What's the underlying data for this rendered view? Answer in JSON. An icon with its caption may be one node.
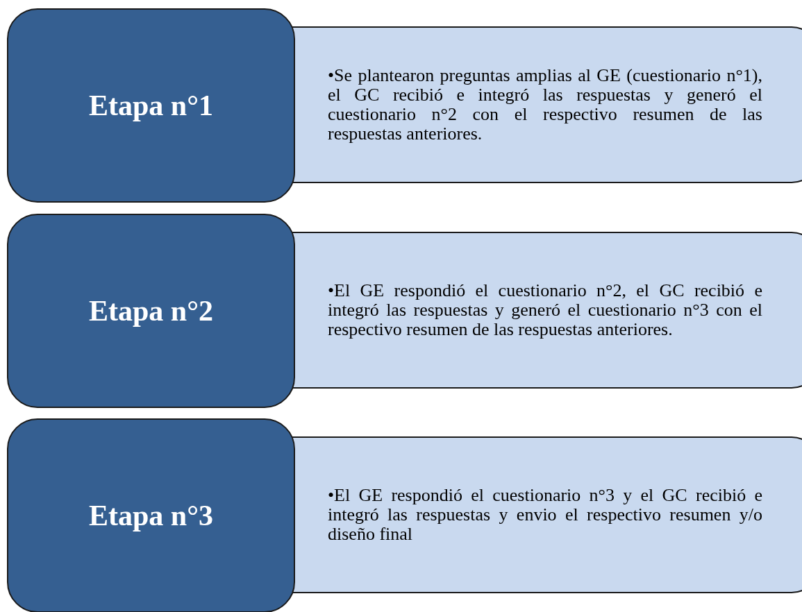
{
  "diagram": {
    "nodes": [
      {
        "text": [
          "Etapa n°1"
        ]
      },
      {
        "text": [
          "•Se plantearon preguntas amplias al GE (cuestionario n°1), el GC recibió e integró las respuestas y generó el cuestionario n°2 con el respectivo resumen de las respuestas anteriores."
        ]
      },
      {
        "text": [
          "Etapa n°2"
        ]
      },
      {
        "text": [
          "•El GE respondió el cuestionario n°2, el GC recibió e integró las respuestas y generó el cuestionario n°3 con el respectivo resumen de las respuestas anteriores."
        ]
      },
      {
        "text": [
          "Etapa n°3"
        ]
      },
      {
        "text": [
          "•El GE respondió el cuestionario n°3 y el GC recibió e integró las respuestas y envio el respectivo resumen y/o diseño final"
        ]
      }
    ]
  }
}
